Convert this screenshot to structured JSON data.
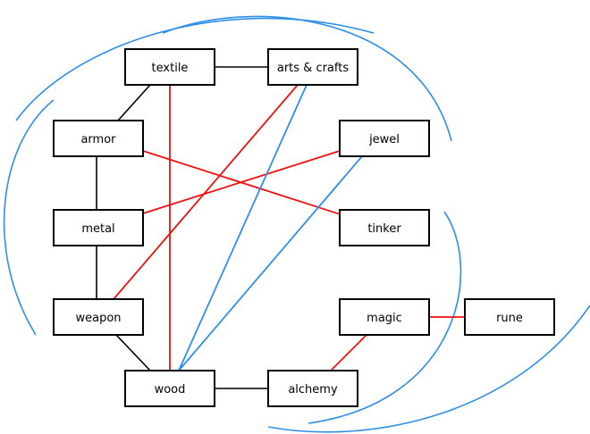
{
  "diagram": {
    "nodes": [
      {
        "id": "textile",
        "label": "textile"
      },
      {
        "id": "arts",
        "label": "arts & crafts"
      },
      {
        "id": "armor",
        "label": "armor"
      },
      {
        "id": "jewel",
        "label": "jewel"
      },
      {
        "id": "metal",
        "label": "metal"
      },
      {
        "id": "tinker",
        "label": "tinker"
      },
      {
        "id": "weapon",
        "label": "weapon"
      },
      {
        "id": "magic",
        "label": "magic"
      },
      {
        "id": "rune",
        "label": "rune"
      },
      {
        "id": "wood",
        "label": "wood"
      },
      {
        "id": "alchemy",
        "label": "alchemy"
      }
    ],
    "edges": [
      {
        "from": "textile",
        "to": "arts",
        "kind": "black"
      },
      {
        "from": "textile",
        "to": "armor",
        "kind": "black"
      },
      {
        "from": "armor",
        "to": "metal",
        "kind": "black"
      },
      {
        "from": "metal",
        "to": "weapon",
        "kind": "black"
      },
      {
        "from": "weapon",
        "to": "wood",
        "kind": "black"
      },
      {
        "from": "wood",
        "to": "alchemy",
        "kind": "black"
      },
      {
        "from": "textile",
        "to": "wood",
        "kind": "red"
      },
      {
        "from": "arts",
        "to": "weapon",
        "kind": "red"
      },
      {
        "from": "armor",
        "to": "tinker",
        "kind": "red"
      },
      {
        "from": "jewel",
        "to": "metal",
        "kind": "red"
      },
      {
        "from": "magic",
        "to": "rune",
        "kind": "red"
      },
      {
        "from": "magic",
        "to": "alchemy",
        "kind": "red"
      },
      {
        "from": "arts",
        "to": "wood",
        "kind": "blue"
      },
      {
        "from": "jewel",
        "to": "wood",
        "kind": "blue"
      }
    ],
    "colors": {
      "black": "#000000",
      "red": "#ee1111",
      "blue": "#2f8fe8",
      "node_fill": "#ffffff",
      "node_stroke": "#000000"
    }
  }
}
